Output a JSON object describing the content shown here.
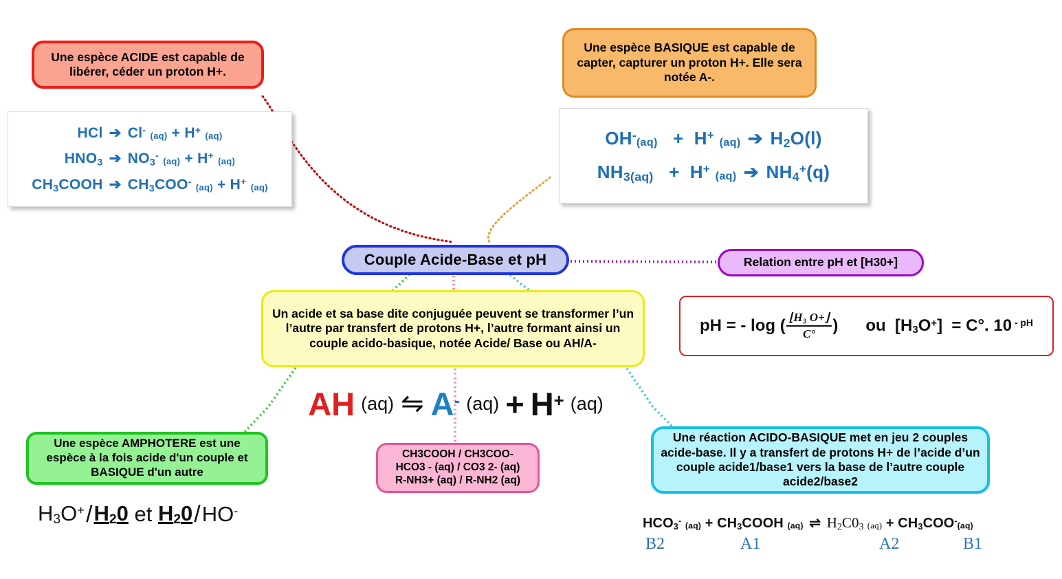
{
  "diagram": {
    "title": "Couple Acide-Base et pH"
  },
  "nodes": {
    "acide": "Une espèce ACIDE est capable de libérer, céder un proton H+.",
    "basique": "Une espèce BASIQUE  est capable de capter, capturer un proton H+. Elle sera notée A-.",
    "center": "Couple Acide-Base et pH",
    "relation": "Relation entre pH et [H30+]",
    "conjugate": "Un acide et sa base dite conjuguée peuvent se transformer l’un l’autre par transfert de protons H+, l’autre formant ainsi un couple acido-basique, notée Acide/ Base ou AH/A-",
    "amphotere": "Une espèce AMPHOTERE est une espèce à la fois acide d'un couple et BASIQUE d'un autre",
    "couples_examples": "CH3COOH / CH3COO-\nHCO3 - (aq)  / CO3 2-   (aq)\nR-NH3+ (aq) /  R-NH2 (aq)",
    "reaction_ab": "Une réaction ACIDO-BASIQUE met en jeu 2 couples acide-base. Il y a transfert de protons H+ de l’acide d’un couple acide1/base1 vers la base de l’autre couple acide2/base2"
  },
  "couples_lines": [
    "CH3COOH / CH3COO-",
    "HCO3 - (aq)  / CO3 2-   (aq)",
    "R-NH3+ (aq) /  R-NH2 (aq)"
  ],
  "acid_panel": {
    "equations": [
      "HCl → Cl- (aq) + H+ (aq)",
      "HNO3 → NO3- (aq) + H+ (aq)",
      "CH3COOH → CH3COO- (aq) + H+ (aq)"
    ]
  },
  "base_panel": {
    "equations": [
      "OH-(aq) + H+ (aq) → H2O(l)",
      "NH3(aq) + H+ (aq) → NH4+(q)"
    ]
  },
  "ph_formula": {
    "lhs": "pH",
    "equals": "=",
    "minus_log": "- log (",
    "numerator": "⌊H₃ O+⌋",
    "denominator": "C°",
    "close": ")",
    "ou": "ou",
    "rhs": "[H₃O⁺]  = C°. 10 ⁻ ᵖᴴ"
  },
  "ah_equation": {
    "acid": "AH",
    "acid_state": "(aq)",
    "arrow": "⇋",
    "base": "A",
    "base_charge": "-",
    "base_state": "(aq)",
    "plus": "+",
    "proton": "H",
    "proton_charge": "+",
    "proton_state": "(aq)"
  },
  "amphoteric_example": {
    "full": "H₃O⁺/H₂O et H₂O/HO⁻"
  },
  "bottom_reaction": {
    "equation": "HCO3- (aq) + CH3COOH (aq) ⇋ H2CO3 (aq) + CH3COO-(aq)",
    "labels": [
      "B2",
      "A1",
      "A2",
      "B1"
    ]
  },
  "colors": {
    "acid_box_fill": "#fba391",
    "acid_box_border": "#ee1c19",
    "base_box_fill": "#f8b96a",
    "base_box_border": "#e08a1e",
    "center_fill": "#c6c9f2",
    "center_border": "#1f35e0",
    "relation_fill": "#eab9fb",
    "relation_border": "#9b00c9",
    "yellow_fill": "#fcfbc2",
    "yellow_border": "#edea10",
    "green_fill": "#94f294",
    "green_border": "#22c322",
    "pink_fill": "#fcb6d5",
    "pink_border": "#e2559b",
    "cyan_fill": "#b7f3fc",
    "cyan_border": "#17bfe8",
    "equation_blue": "#1f6fb5",
    "formula_border": "#e02020",
    "label_blue": "#2e74b5"
  }
}
